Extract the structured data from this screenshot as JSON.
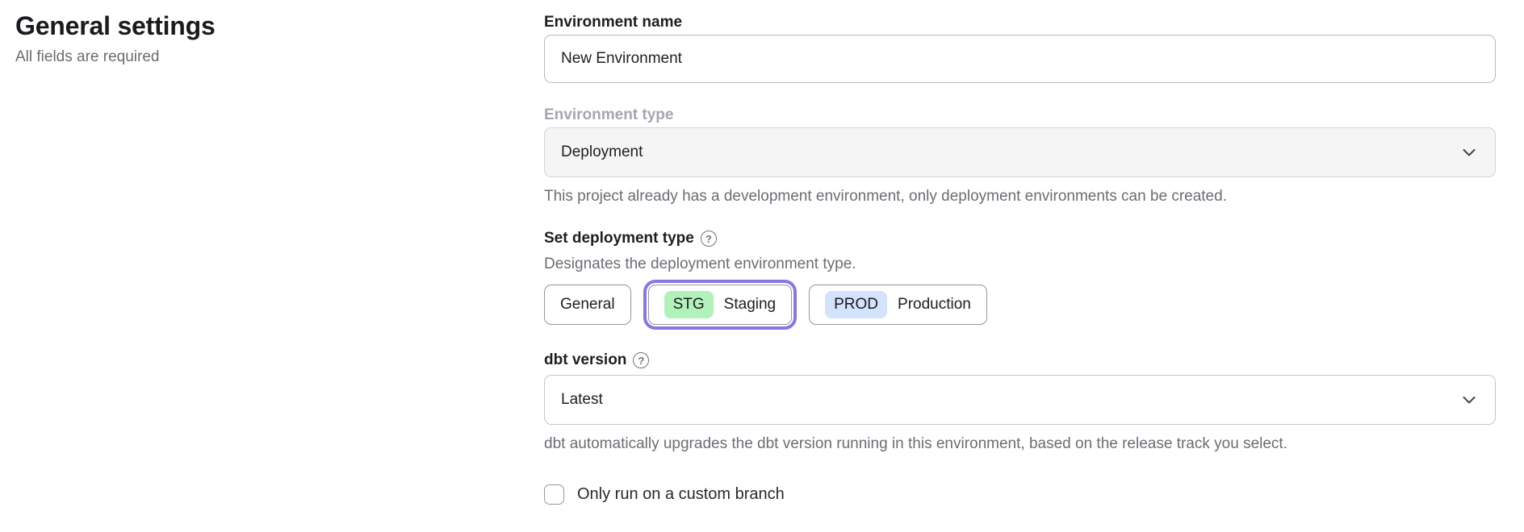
{
  "header": {
    "title": "General settings",
    "subtitle": "All fields are required"
  },
  "form": {
    "environment_name": {
      "label": "Environment name",
      "value": "New Environment"
    },
    "environment_type": {
      "label": "Environment type",
      "value": "Deployment",
      "disabled": true,
      "helper": "This project already has a development environment, only deployment environments can be created."
    },
    "deployment_type": {
      "label": "Set deployment type",
      "helper": "Designates the deployment environment type.",
      "options": [
        {
          "label": "General",
          "badge": "",
          "selected": false
        },
        {
          "label": "Staging",
          "badge": "STG",
          "selected": true
        },
        {
          "label": "Production",
          "badge": "PROD",
          "selected": false
        }
      ]
    },
    "dbt_version": {
      "label": "dbt version",
      "value": "Latest",
      "helper": "dbt automatically upgrades the dbt version running in this environment, based on the release track you select."
    },
    "custom_branch": {
      "label": "Only run on a custom branch",
      "checked": false
    }
  },
  "icons": {
    "help": "?"
  },
  "colors": {
    "selected_ring": "#8577e8",
    "staging_badge_bg": "#b1f1ba",
    "production_badge_bg": "#d3e3fb",
    "disabled_select_bg": "#f5f5f6"
  }
}
